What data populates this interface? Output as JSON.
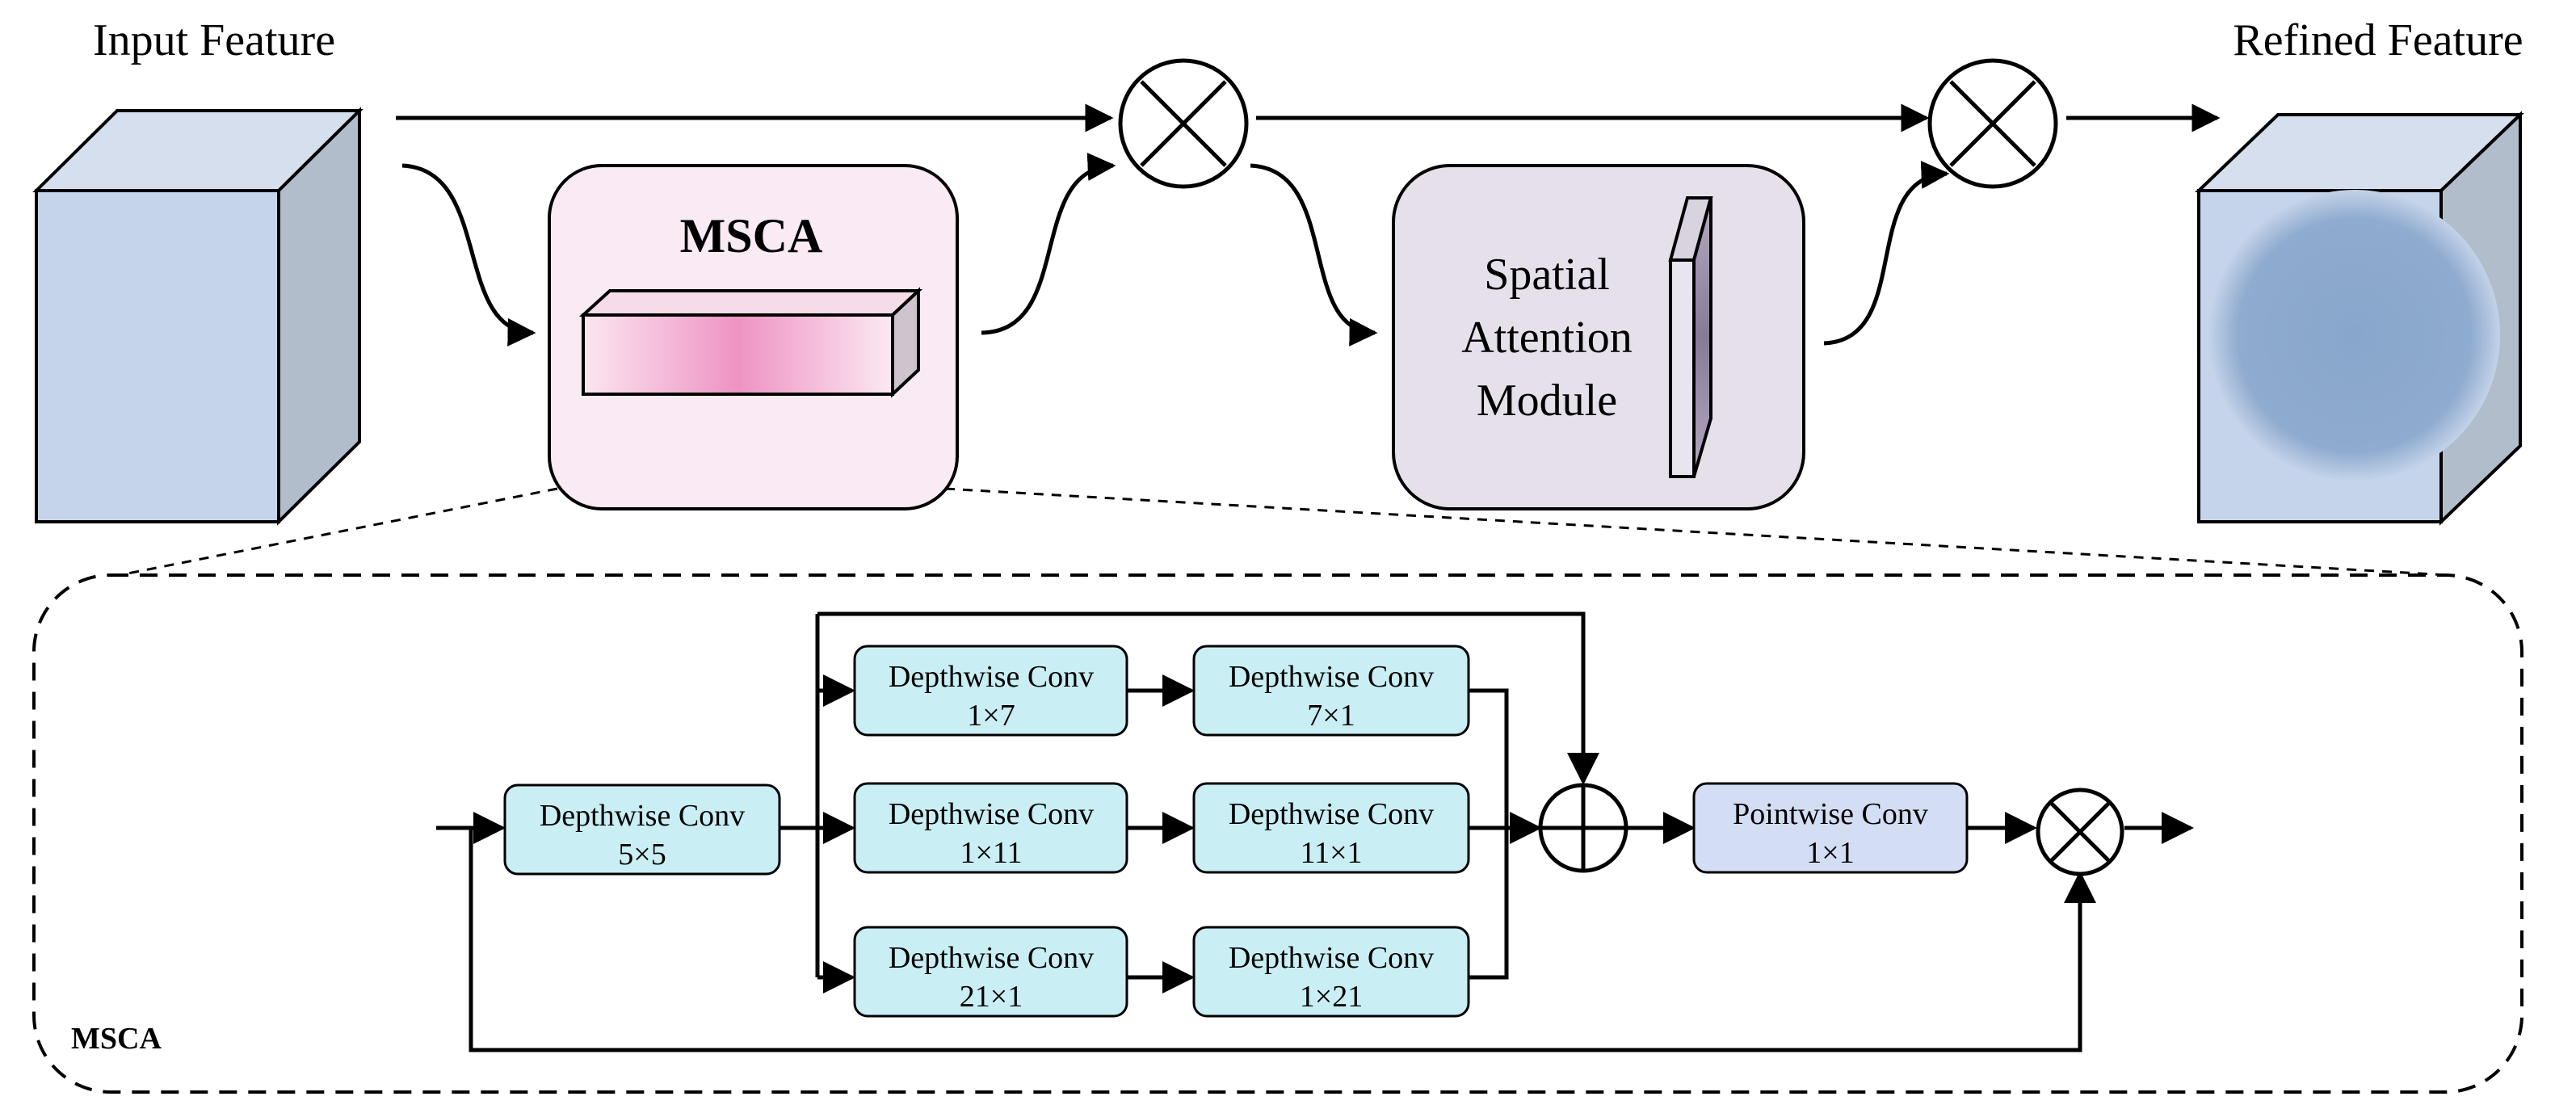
{
  "top": {
    "input_label": "Input Feature",
    "output_label": "Refined Feature",
    "msca_title": "MSCA",
    "sam_line1": "Spatial",
    "sam_line2": "Attention",
    "sam_line3": "Module"
  },
  "detail": {
    "panel_label": "MSCA",
    "dw5_line1": "Depthwise Conv",
    "dw5_line2": "5×5",
    "b1a_line1": "Depthwise Conv",
    "b1a_line2": "1×7",
    "b1b_line1": "Depthwise Conv",
    "b1b_line2": "7×1",
    "b2a_line1": "Depthwise Conv",
    "b2a_line2": "1×11",
    "b2b_line1": "Depthwise Conv",
    "b2b_line2": "11×1",
    "b3a_line1": "Depthwise Conv",
    "b3a_line2": "21×1",
    "b3b_line1": "Depthwise Conv",
    "b3b_line2": "1×21",
    "pw_line1": "Pointwise Conv",
    "pw_line2": "1×1"
  },
  "colors": {
    "cube_front": "#c5d4ea",
    "cube_side": "#b2bdcc",
    "cube_top": "#d5dfee",
    "msca_box": "#f9eaf3",
    "sam_box": "#e6e0ea",
    "conv_box": "#c9eff5",
    "pointwise_box": "#d3ddf3",
    "refined_blob": "#88a6cb"
  }
}
